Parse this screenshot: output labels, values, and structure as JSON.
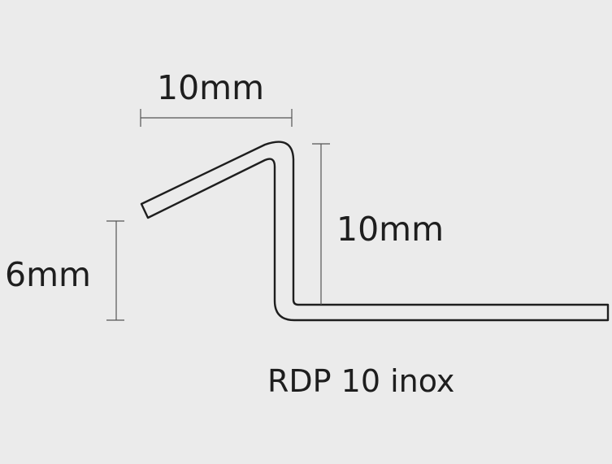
{
  "diagram": {
    "dimensions": {
      "top_width": "10mm",
      "vertical_height": "10mm",
      "left_height": "6mm"
    },
    "product_name": "RDP 10 inox",
    "colors": {
      "background": "#ebebeb",
      "profile_stroke": "#1e1e1e",
      "dimension_line": "#555555",
      "text": "#1e1e1e"
    }
  }
}
